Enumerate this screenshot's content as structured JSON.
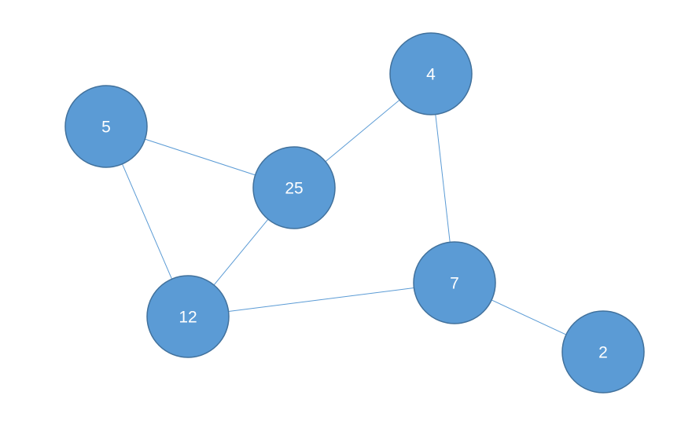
{
  "graph": {
    "nodes": [
      {
        "id": "n5",
        "label": "5"
      },
      {
        "id": "n25",
        "label": "25"
      },
      {
        "id": "n4",
        "label": "4"
      },
      {
        "id": "n12",
        "label": "12"
      },
      {
        "id": "n7",
        "label": "7"
      },
      {
        "id": "n2",
        "label": "2"
      }
    ],
    "edges": [
      {
        "from": "n5",
        "to": "n25"
      },
      {
        "from": "n5",
        "to": "n12"
      },
      {
        "from": "n25",
        "to": "n4"
      },
      {
        "from": "n25",
        "to": "n12"
      },
      {
        "from": "n4",
        "to": "n7"
      },
      {
        "from": "n12",
        "to": "n7"
      },
      {
        "from": "n7",
        "to": "n2"
      }
    ],
    "colors": {
      "node_fill": "#5b9bd5",
      "node_stroke": "#41719c",
      "edge": "#5b9bd5",
      "label": "#ffffff"
    }
  }
}
